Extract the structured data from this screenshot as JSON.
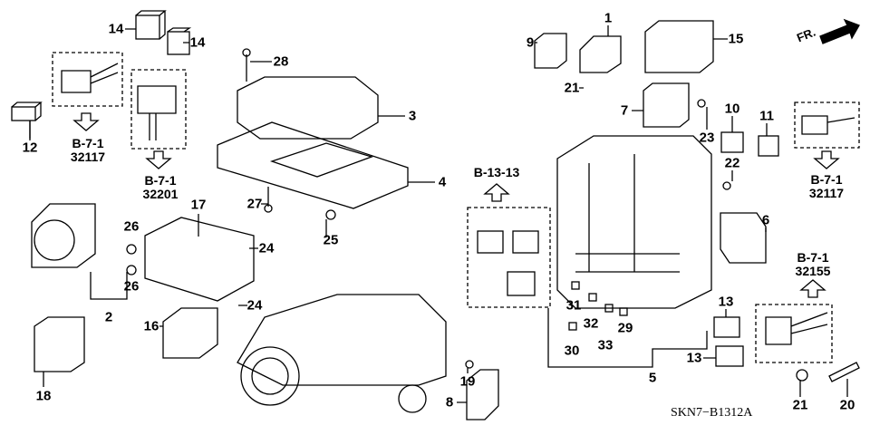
{
  "callouts": [
    "14",
    "14",
    "28",
    "12",
    "3",
    "4",
    "27",
    "25",
    "26",
    "26",
    "17",
    "24",
    "24",
    "2",
    "16",
    "18",
    "1",
    "9",
    "15",
    "21",
    "7",
    "23",
    "10",
    "11",
    "22",
    "6",
    "31",
    "32",
    "29",
    "33",
    "30",
    "5",
    "13",
    "13",
    "19",
    "8",
    "21",
    "20"
  ],
  "refs": {
    "r1": {
      "section": "B-7-1",
      "number": "32117"
    },
    "r2": {
      "section": "B-7-1",
      "number": "32201"
    },
    "r3": {
      "section": "B-13-13"
    },
    "r4": {
      "section": "B-7-1",
      "number": "32117"
    },
    "r5": {
      "section": "B-7-1",
      "number": "32155"
    }
  },
  "front_arrow": "FR.",
  "diagram_code": "SKN7−B1312A"
}
